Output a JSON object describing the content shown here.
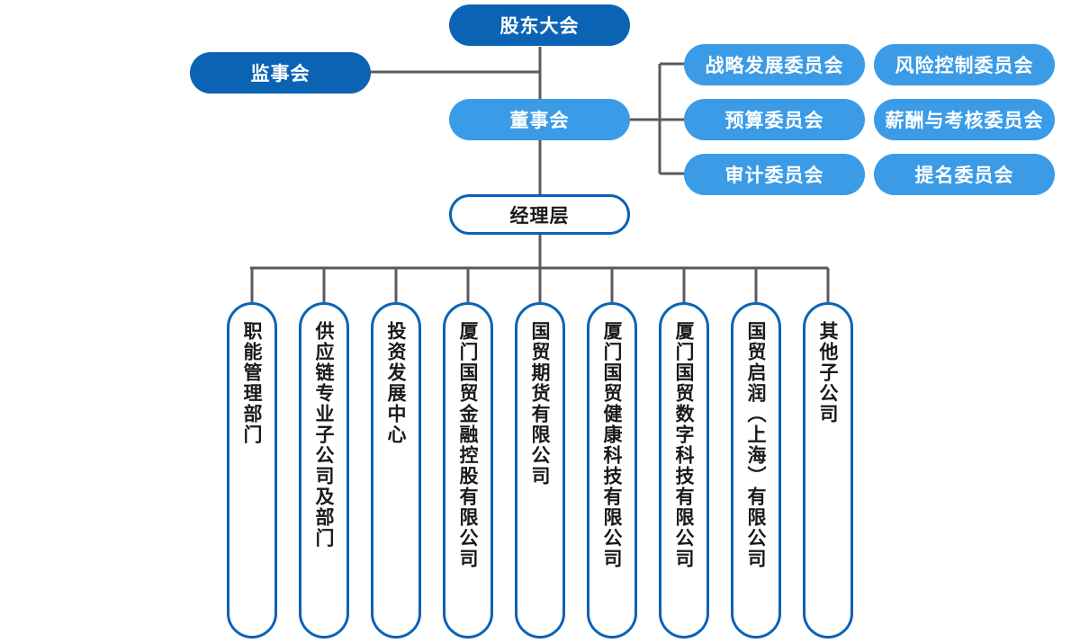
{
  "nodes": {
    "shareholders": "股东大会",
    "supervisors": "监事会",
    "board": "董事会",
    "management": "经理层"
  },
  "committees": [
    "战略发展委员会",
    "风险控制委员会",
    "预算委员会",
    "薪酬与考核委员会",
    "审计委员会",
    "提名委员会"
  ],
  "subsidiaries": [
    "职能管理部门",
    "供应链专业子公司及部门",
    "投资发展中心",
    "厦门国贸金融控股有限公司",
    "国贸期货有限公司",
    "厦门国贸健康科技有限公司",
    "厦门国贸数字科技有限公司",
    "国贸启润（上海）有限公司",
    "其他子公司"
  ],
  "colors": {
    "dark": "#0b63b4",
    "light": "#3b9be6",
    "line": "#5a5a5a"
  }
}
